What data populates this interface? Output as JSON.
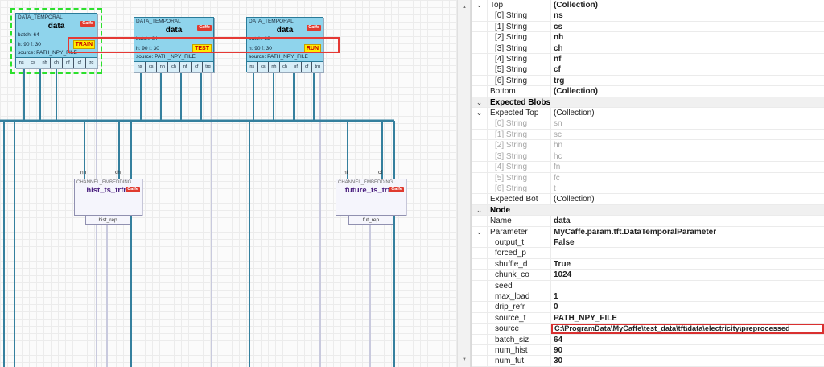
{
  "icons": {
    "collapse_chevron": "⌄",
    "scroll_up": "▲",
    "scroll_down": "▼"
  },
  "canvas": {
    "nodes": [
      {
        "type": "DATA_TEMPORAL",
        "title": "data",
        "badge": "Caffe",
        "batch": "batch: 64",
        "size": "h: 90 f: 30",
        "phase": "TRAIN",
        "source": "source: PATH_NPY_FILE",
        "ports": [
          "ns",
          "cs",
          "nh",
          "ch",
          "nf",
          "cf",
          "trg"
        ]
      },
      {
        "type": "DATA_TEMPORAL",
        "title": "data",
        "badge": "Caffe",
        "batch": "batch: 64",
        "size": "h: 90 f: 30",
        "phase": "TEST",
        "source": "source: PATH_NPY_FILE",
        "ports": [
          "ns",
          "cs",
          "nh",
          "ch",
          "nf",
          "cf",
          "trg"
        ]
      },
      {
        "type": "DATA_TEMPORAL",
        "title": "data",
        "badge": "Caffe",
        "batch": "batch: 32",
        "size": "h: 90 f: 30",
        "phase": "RUN",
        "source": "source: PATH_NPY_FILE",
        "ports": [
          "ns",
          "cs",
          "nh",
          "ch",
          "nf",
          "cf",
          "trg"
        ]
      }
    ],
    "embeddings": [
      {
        "type": "CHANNEL_EMBEDDING",
        "title": "hist_ts_trfm",
        "badge": "Caffe",
        "inputs": [
          "nh",
          "ch"
        ],
        "output": "hist_rep"
      },
      {
        "type": "CHANNEL_EMBEDDING",
        "title": "future_ts_trfm",
        "badge": "Caffe",
        "inputs": [
          "nf",
          "cf"
        ],
        "output": "fut_rep"
      }
    ]
  },
  "properties": {
    "rows": [
      {
        "label": "Top",
        "value": "(Collection)",
        "chevron": true,
        "boldValue": true
      },
      {
        "label": "[0] String",
        "value": "ns",
        "boldValue": true,
        "indent": true
      },
      {
        "label": "[1] String",
        "value": "cs",
        "boldValue": true,
        "indent": true
      },
      {
        "label": "[2] String",
        "value": "nh",
        "boldValue": true,
        "indent": true
      },
      {
        "label": "[3] String",
        "value": "ch",
        "boldValue": true,
        "indent": true
      },
      {
        "label": "[4] String",
        "value": "nf",
        "boldValue": true,
        "indent": true
      },
      {
        "label": "[5] String",
        "value": "cf",
        "boldValue": true,
        "indent": true
      },
      {
        "label": "[6] String",
        "value": "trg",
        "boldValue": true,
        "indent": true
      },
      {
        "label": "Bottom",
        "value": "(Collection)",
        "boldValue": true
      },
      {
        "kind": "header",
        "label": "Expected Blobs",
        "chevron": true
      },
      {
        "label": "Expected Top",
        "value": "(Collection)",
        "chevron": true
      },
      {
        "label": "[0] String",
        "value": "sn",
        "gray": true,
        "indent": true
      },
      {
        "label": "[1] String",
        "value": "sc",
        "gray": true,
        "indent": true
      },
      {
        "label": "[2] String",
        "value": "hn",
        "gray": true,
        "indent": true
      },
      {
        "label": "[3] String",
        "value": "hc",
        "gray": true,
        "indent": true
      },
      {
        "label": "[4] String",
        "value": "fn",
        "gray": true,
        "indent": true
      },
      {
        "label": "[5] String",
        "value": "fc",
        "gray": true,
        "indent": true
      },
      {
        "label": "[6] String",
        "value": "t",
        "gray": true,
        "indent": true
      },
      {
        "label": "Expected Bot",
        "value": "(Collection)"
      },
      {
        "kind": "header",
        "label": "Node",
        "chevron": true
      },
      {
        "label": "Name",
        "value": "data",
        "boldValue": true
      },
      {
        "label": "Parameter",
        "value": "MyCaffe.param.tft.DataTemporalParameter",
        "chevron": true,
        "boldValue": true
      },
      {
        "label": "output_t",
        "value": "False",
        "boldValue": true,
        "indent": true
      },
      {
        "label": "forced_p",
        "value": "",
        "indent": true
      },
      {
        "label": "shuffle_d",
        "value": "True",
        "boldValue": true,
        "indent": true
      },
      {
        "label": "chunk_co",
        "value": "1024",
        "boldValue": true,
        "indent": true
      },
      {
        "label": "seed",
        "value": "",
        "indent": true
      },
      {
        "label": "max_load",
        "value": "1",
        "boldValue": true,
        "indent": true
      },
      {
        "label": "drip_refr",
        "value": "0",
        "boldValue": true,
        "indent": true
      },
      {
        "label": "source_t",
        "value": "PATH_NPY_FILE",
        "boldValue": true,
        "indent": true
      },
      {
        "label": "source",
        "value": "C:\\ProgramData\\MyCaffe\\test_data\\tft\\data\\electricity\\preprocessed",
        "boldValue": true,
        "highlight": true,
        "indent": true
      },
      {
        "label": "batch_siz",
        "value": "64",
        "boldValue": true,
        "indent": true
      },
      {
        "label": "num_hist",
        "value": "90",
        "boldValue": true,
        "indent": true
      },
      {
        "label": "num_fut",
        "value": "30",
        "boldValue": true,
        "indent": true
      }
    ]
  }
}
